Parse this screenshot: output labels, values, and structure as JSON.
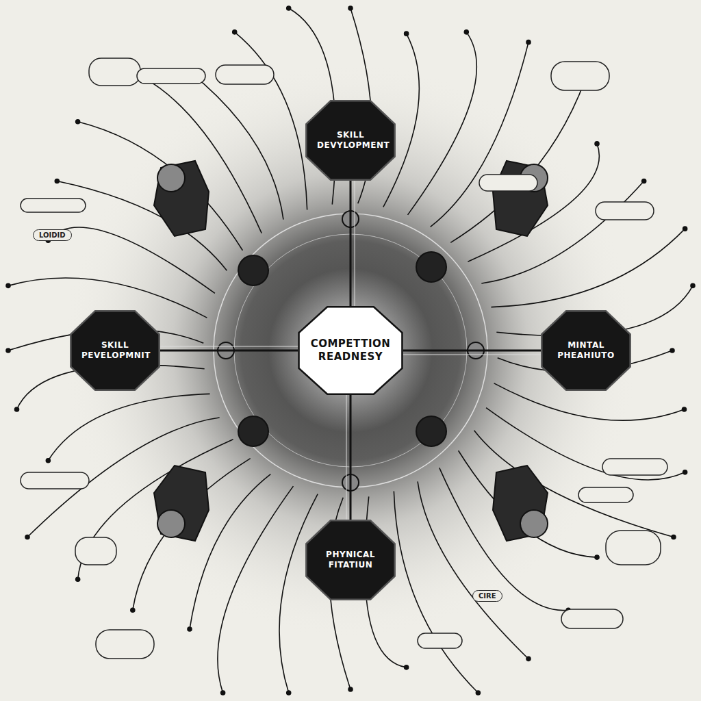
{
  "diagram": {
    "nodes": [
      {
        "text": [
          "COMPETTION READNESY"
        ]
      },
      {
        "text": [
          "SKILL DEVYLOPMENT"
        ]
      },
      {
        "text": [
          "SKILL PEVELOPMNIT"
        ]
      },
      {
        "text": [
          "MINTAL PHEAHIUTO"
        ]
      },
      {
        "text": [
          "PHYNICAL FITATIUN"
        ]
      }
    ],
    "edges": [
      {
        "from": 0,
        "to": 1,
        "arrow": "none"
      },
      {
        "from": 0,
        "to": 2,
        "arrow": "none"
      },
      {
        "from": 0,
        "to": 3,
        "arrow": "none"
      },
      {
        "from": 0,
        "to": 4,
        "arrow": "none"
      }
    ],
    "labels": [
      "LOIDID",
      "CIRE"
    ]
  }
}
